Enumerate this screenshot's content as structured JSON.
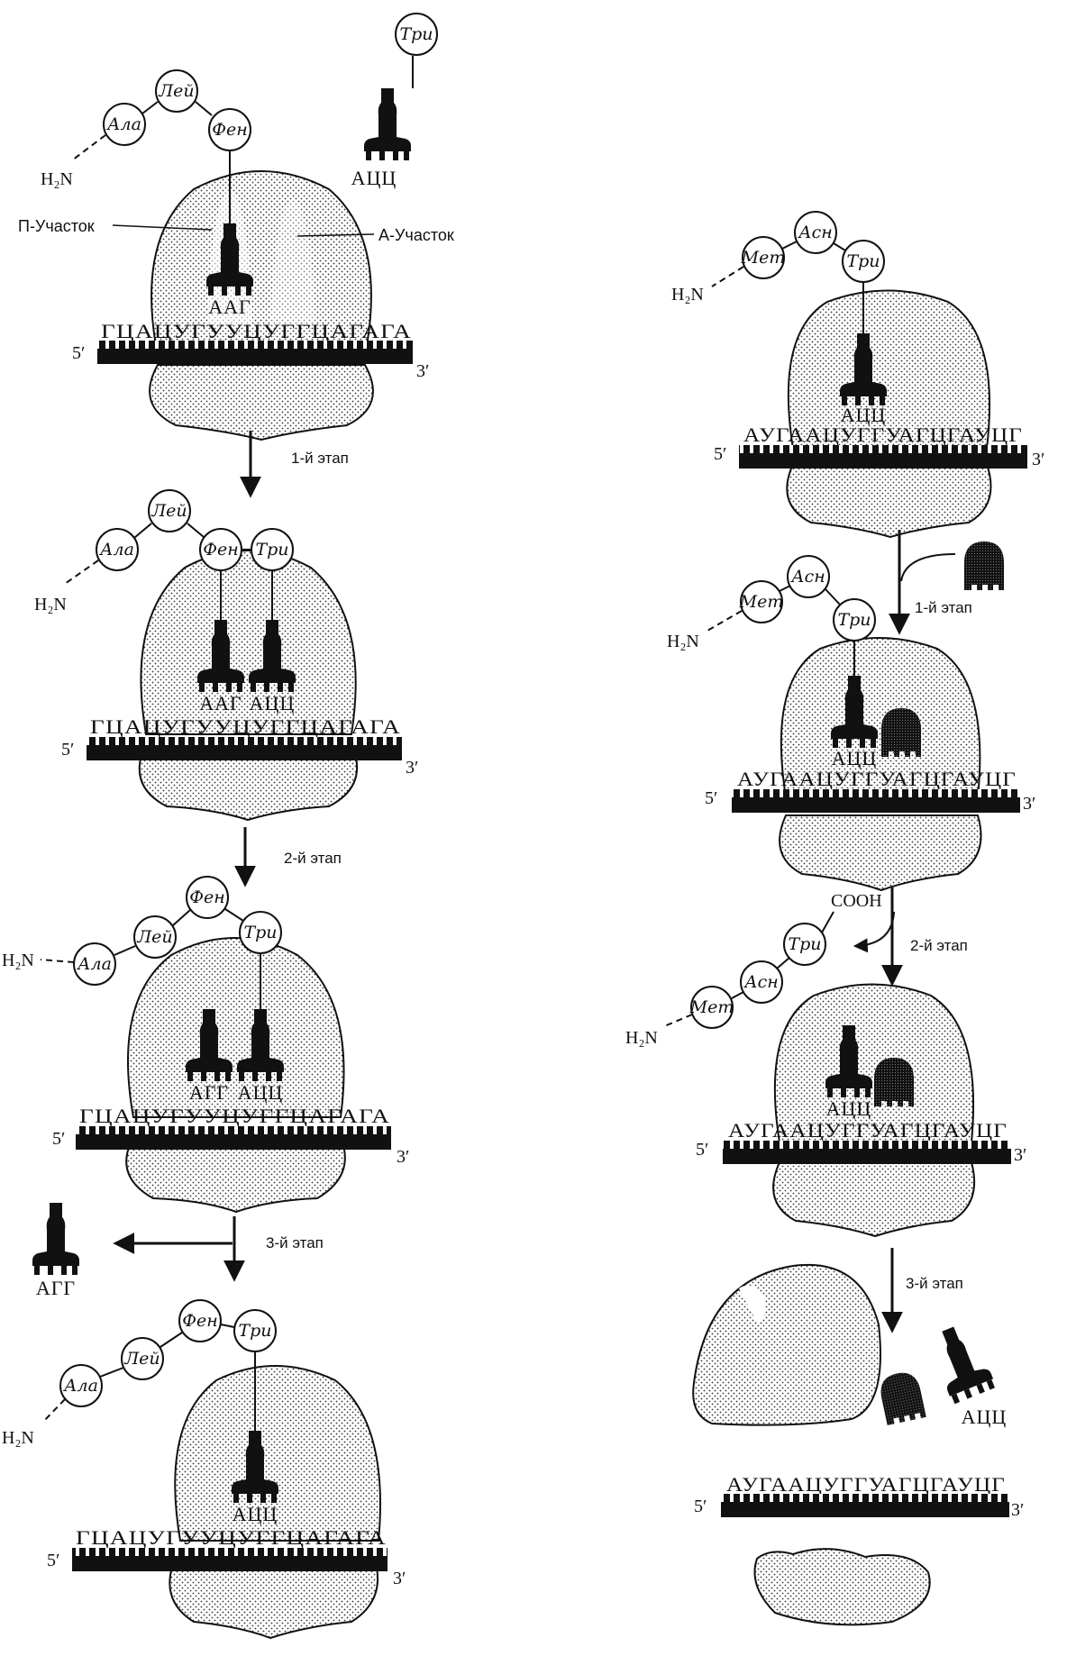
{
  "amino_acids": {
    "ala": "Ала",
    "lei": "Лей",
    "fen": "Фен",
    "tri": "Три",
    "met": "Мет",
    "asn": "Асн"
  },
  "amino_terminus": "H₂N",
  "carboxyl": "COOH",
  "sites": {
    "p_site": "П-Участок",
    "a_site": "А-Участок"
  },
  "ends": {
    "five": "5′",
    "three": "3′"
  },
  "anticodons": {
    "aag": "ААГ",
    "atsts": "АЦЦ",
    "agg": "АГГ"
  },
  "left_column": {
    "mrna_sequence": "ГЦАЦУГУУЦУГГЦАГАГА",
    "steps": [
      "1-й этап",
      "2-й этап",
      "3-й этап"
    ]
  },
  "right_column": {
    "mrna_sequence": "АУГААЦУГГУАГЦГАУЦГ",
    "steps": [
      "1-й этап",
      "2-й этап",
      "3-й этап"
    ]
  }
}
